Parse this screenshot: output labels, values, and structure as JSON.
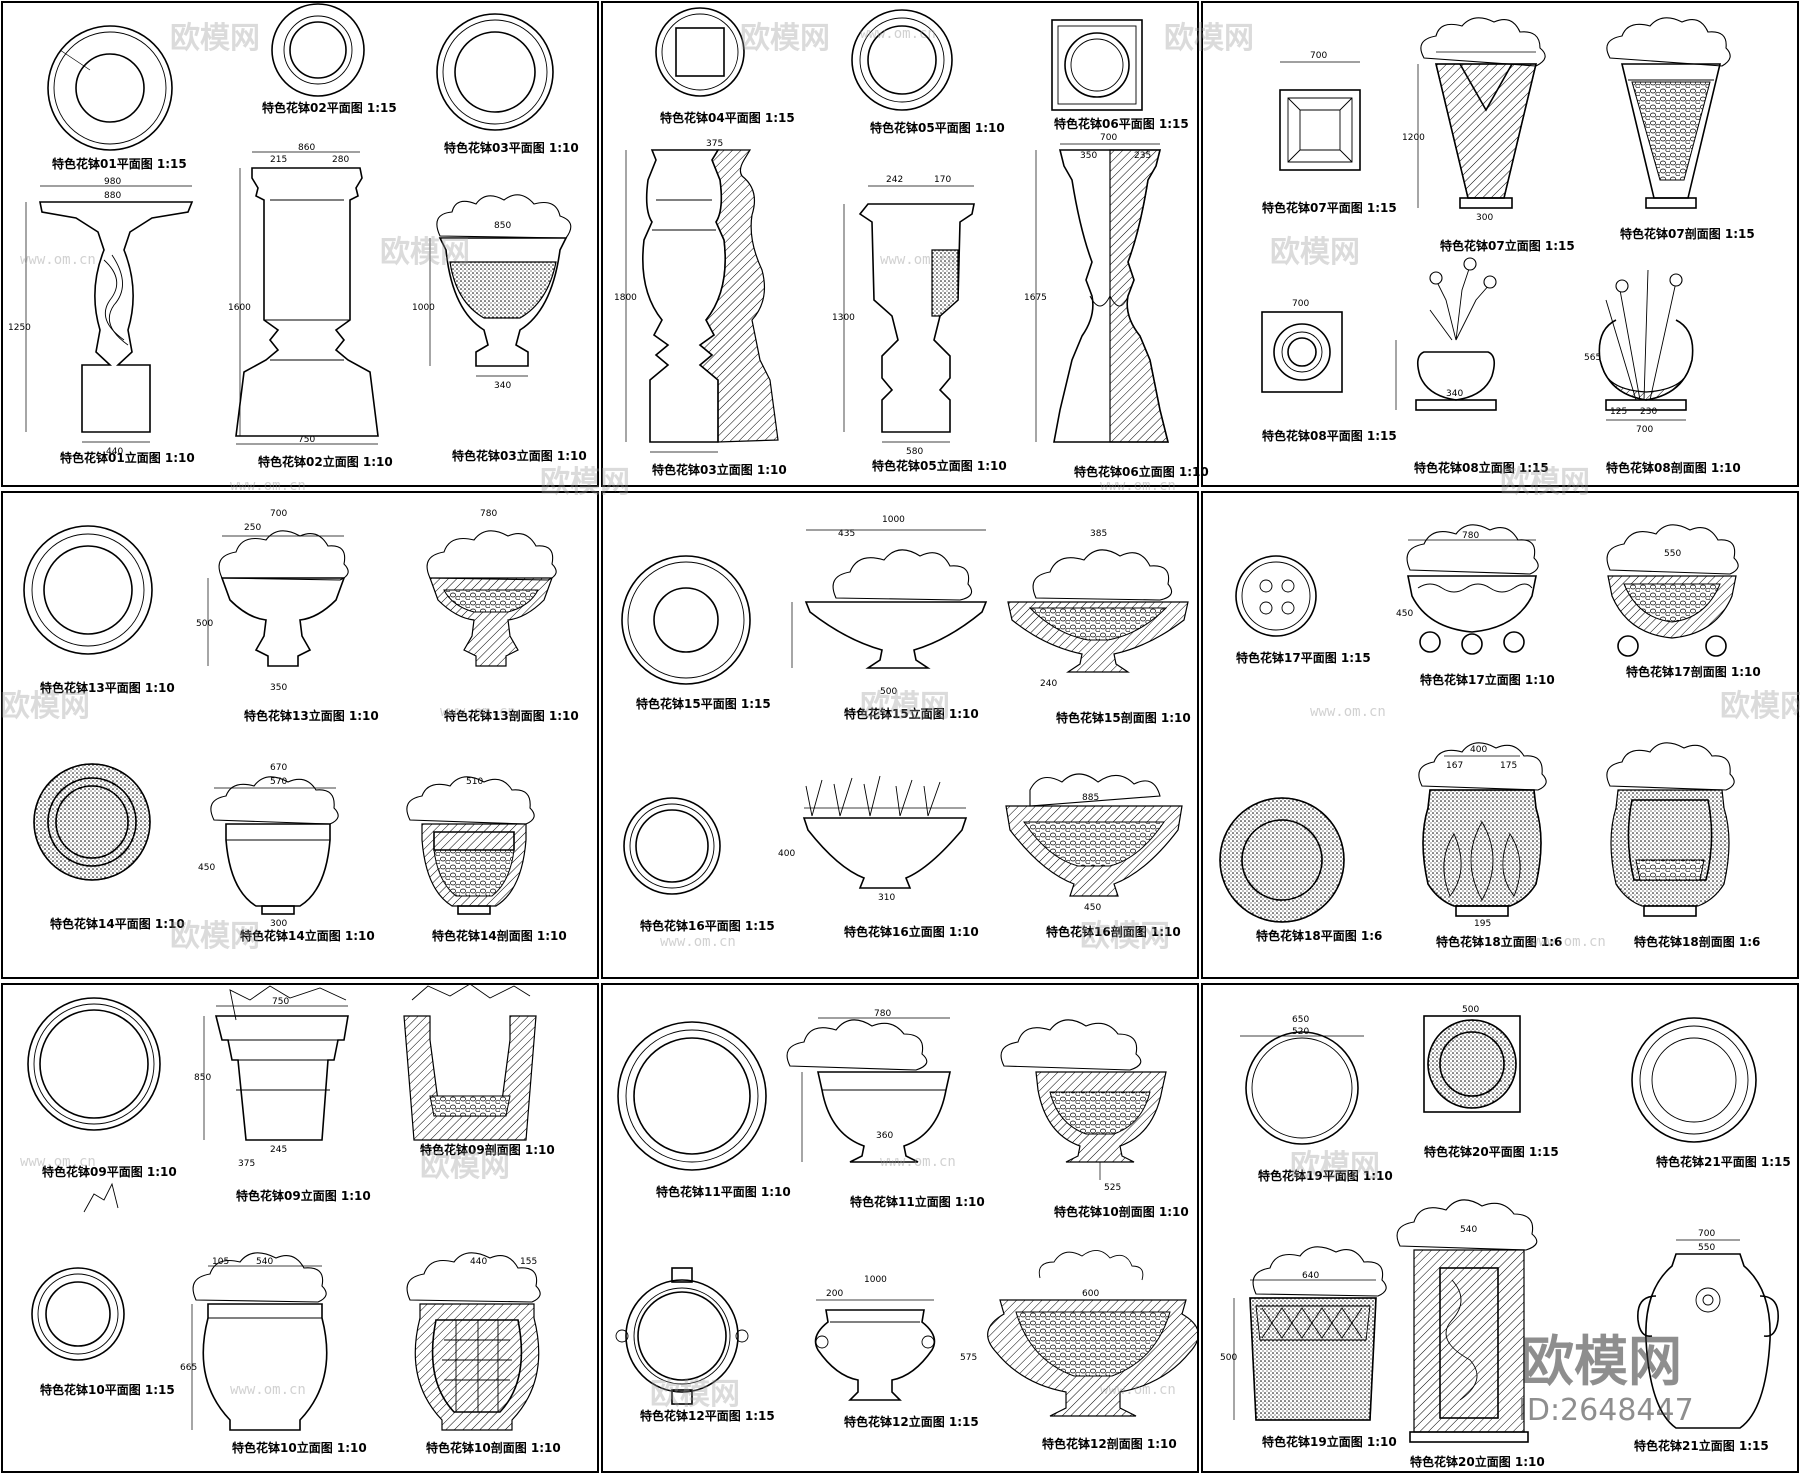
{
  "watermark": {
    "text": "欧模网",
    "url": "www.om.cn",
    "brand": "欧模网",
    "id": "ID:2648447"
  },
  "panels": [
    {
      "captions": [
        "特色花钵01平面图 1:15",
        "特色花钵02平面图 1:15",
        "特色花钵03平面图 1:10",
        "特色花钵01立面图 1:10",
        "特色花钵02立面图 1:10",
        "特色花钵03立面图 1:10"
      ],
      "dims": [
        "980",
        "880",
        "1250",
        "440",
        "860",
        "215",
        "280",
        "1600",
        "750",
        "850",
        "1000",
        "340"
      ]
    },
    {
      "captions": [
        "特色花钵04平面图 1:15",
        "特色花钵05平面图 1:10",
        "特色花钵06平面图 1:15",
        "特色花钵03立面图 1:10",
        "特色花钵05立面图 1:10",
        "特色花钵06立面图 1:10"
      ],
      "dims": [
        "375",
        "1800",
        "242",
        "170",
        "1300",
        "580",
        "700",
        "1675",
        "350",
        "235"
      ]
    },
    {
      "captions": [
        "特色花钵07平面图 1:15",
        "特色花钵07立面图 1:15",
        "特色花钵07剖面图 1:15",
        "特色花钵08平面图 1:15",
        "特色花钵08立面图 1:15",
        "特色花钵08剖面图 1:10"
      ],
      "dims": [
        "700",
        "1200",
        "300",
        "700",
        "340",
        "565",
        "700",
        "125",
        "230"
      ]
    },
    {
      "captions": [
        "特色花钵13平面图 1:10",
        "特色花钵13立面图 1:10",
        "特色花钵13剖面图 1:10",
        "特色花钵14平面图 1:10",
        "特色花钵14立面图 1:10",
        "特色花钵14剖面图 1:10"
      ],
      "dims": [
        "700",
        "250",
        "500",
        "350",
        "780",
        "670",
        "570",
        "450",
        "300",
        "510"
      ]
    },
    {
      "captions": [
        "特色花钵15平面图 1:15",
        "特色花钵15立面图 1:10",
        "特色花钵15剖面图 1:10",
        "特色花钵16平面图 1:15",
        "特色花钵16立面图 1:10",
        "特色花钵16剖面图 1:10"
      ],
      "dims": [
        "1000",
        "435",
        "385",
        "500",
        "240",
        "885",
        "310",
        "450",
        "400"
      ]
    },
    {
      "captions": [
        "特色花钵17平面图 1:15",
        "特色花钵17立面图 1:10",
        "特色花钵17剖面图 1:10",
        "特色花钵18平面图 1:6",
        "特色花钵18立面图 1:6",
        "特色花钵18剖面图 1:6"
      ],
      "dims": [
        "780",
        "550",
        "450",
        "400",
        "167",
        "175",
        "195"
      ]
    },
    {
      "captions": [
        "特色花钵09平面图 1:10",
        "特色花钵09立面图 1:10",
        "特色花钵09剖面图 1:10",
        "特色花钵10平面图 1:15",
        "特色花钵10立面图 1:10",
        "特色花钵10剖面图 1:10"
      ],
      "dims": [
        "750",
        "375",
        "850",
        "245",
        "540",
        "105",
        "665",
        "440",
        "155"
      ]
    },
    {
      "captions": [
        "特色花钵11平面图 1:10",
        "特色花钵11立面图 1:10",
        "特色花钵10剖面图 1:10",
        "特色花钵12平面图 1:15",
        "特色花钵12立面图 1:15",
        "特色花钵12剖面图 1:10"
      ],
      "dims": [
        "780",
        "360",
        "525",
        "1000",
        "200",
        "600",
        "575"
      ]
    },
    {
      "captions": [
        "特色花钵19平面图 1:10",
        "特色花钵20平面图 1:15",
        "特色花钵21平面图 1:15",
        "特色花钵19立面图 1:10",
        "特色花钵20立面图 1:10",
        "特色花钵21立面图 1:15"
      ],
      "dims": [
        "650",
        "520",
        "500",
        "640",
        "500",
        "540",
        "700",
        "550"
      ]
    }
  ]
}
